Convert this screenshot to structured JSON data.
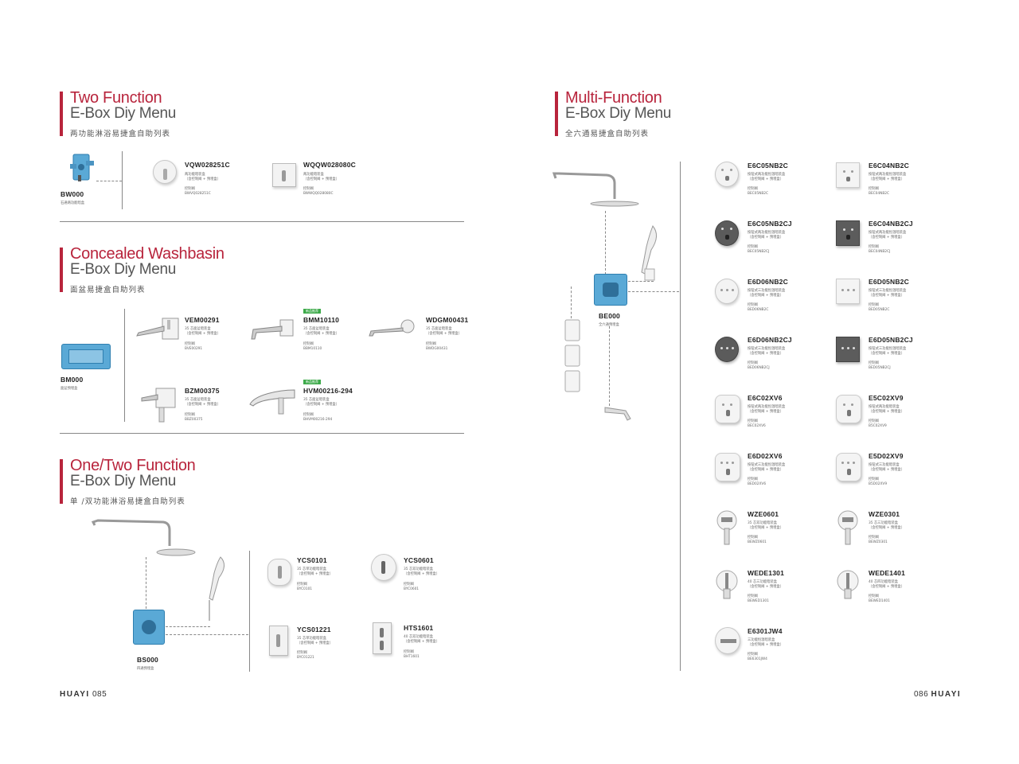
{
  "left": {
    "two_function": {
      "title": "Two Function",
      "subtitle": "E-Box Diy Menu",
      "cn": "两功能淋浴易捷盒自助列表",
      "box": {
        "code": "BW000",
        "desc": "石通两功能暗盒"
      },
      "products": [
        {
          "code": "VQW028251C",
          "l1": "两功能暗装盒",
          "l2": "（含控制阀 + 预埋盒）",
          "l3": "控制阀",
          "l4": "BWVQ028251C"
        },
        {
          "code": "WQQW028080C",
          "l1": "两功能暗装盒",
          "l2": "（含控制阀 + 预埋盒）",
          "l3": "控制阀",
          "l4": "BWWQQ028080C"
        }
      ]
    },
    "washbasin": {
      "title": "Concealed Washbasin",
      "subtitle": "E-Box Diy Menu",
      "cn": "面盆易捷盒自助列表",
      "box": {
        "code": "BM000",
        "desc": "面盆预埋盒"
      },
      "products": [
        {
          "code": "VEM00291",
          "l1": "35 芯面盆暗装盒",
          "l2": "（含控制阀 + 预埋盒）",
          "l3": "控制阀",
          "l4": "BVE00291",
          "tag": ""
        },
        {
          "code": "BMM10110",
          "l1": "35 芯面盆暗装盒",
          "l2": "（含控制阀 + 预埋盒）",
          "l3": "控制阀",
          "l4": "BBM10110",
          "tag": "新品推荐"
        },
        {
          "code": "WDGM00431",
          "l1": "35 芯面盆暗装盒",
          "l2": "（含控制阀 + 预埋盒）",
          "l3": "控制阀",
          "l4": "BWDG00431",
          "tag": ""
        },
        {
          "code": "BZM00375",
          "l1": "35 芯面盆暗装盒",
          "l2": "（含控制阀 + 预埋盒）",
          "l3": "控制阀",
          "l4": "BBZ00375",
          "tag": ""
        },
        {
          "code": "HVM00216-294",
          "l1": "35 芯面盆暗装盒",
          "l2": "（含控制阀 + 预埋盒）",
          "l3": "控制阀",
          "l4": "BHVM00216-294",
          "tag": "新品推荐"
        }
      ]
    },
    "one_two": {
      "title": "One/Two Function",
      "subtitle": "E-Box Diy Menu",
      "cn": "单 /双功能淋浴易捷盒自助列表",
      "box": {
        "code": "BS000",
        "desc": "四通预埋盒"
      },
      "products": [
        {
          "code": "YCS0101",
          "l1": "35 芯单功能暗装盒",
          "l2": "（含控制阀 + 预埋盒）",
          "l3": "控制阀",
          "l4": "BYC0101"
        },
        {
          "code": "YCS0601",
          "l1": "35 芯双功能暗装盒",
          "l2": "（含控制阀 + 预埋盒）",
          "l3": "控制阀",
          "l4": "BYC0601"
        },
        {
          "code": "YCS01221",
          "l1": "35 芯单功能暗装盒",
          "l2": "（含控制阀 + 预埋盒）",
          "l3": "控制阀",
          "l4": "BYC01221"
        },
        {
          "code": "HTS1601",
          "l1": "40 芯双功能暗装盒",
          "l2": "（含控制阀 + 预埋盒）",
          "l3": "控制阀",
          "l4": "BHT1601"
        }
      ]
    },
    "footer": {
      "brand": "HUAYI",
      "page": "085"
    }
  },
  "right": {
    "multi": {
      "title": "Multi-Function",
      "subtitle": "E-Box Diy Menu",
      "cn": "全六通易捷盒自助列表",
      "box": {
        "code": "BE000",
        "desc": "全六通预埋盒"
      },
      "products": [
        {
          "code": "E6C05NB2C",
          "l1": "按钮式两功能恒温暗装盒",
          "l2": "（含控制阀 + 预埋盒）",
          "l3": "控制阀",
          "l4": "BEC05NB2C"
        },
        {
          "code": "E6C04NB2C",
          "l1": "按钮式两功能恒温暗装盒",
          "l2": "（含控制阀 + 预埋盒）",
          "l3": "控制阀",
          "l4": "BEC04NB2C"
        },
        {
          "code": "E6C05NB2CJ",
          "l1": "按钮式两功能恒温暗装盒",
          "l2": "（含控制阀 + 预埋盒）",
          "l3": "控制阀",
          "l4": "BEC05NB2CJ"
        },
        {
          "code": "E6C04NB2CJ",
          "l1": "按钮式两功能恒温暗装盒",
          "l2": "（含控制阀 + 预埋盒）",
          "l3": "控制阀",
          "l4": "BEC04NB2CJ"
        },
        {
          "code": "E6D06NB2C",
          "l1": "按钮式三功能恒温暗装盒",
          "l2": "（含控制阀 + 预埋盒）",
          "l3": "控制阀",
          "l4": "BED06NB2C"
        },
        {
          "code": "E6D05NB2C",
          "l1": "按钮式三功能恒温暗装盒",
          "l2": "（含控制阀 + 预埋盒）",
          "l3": "控制阀",
          "l4": "BED05NB2C"
        },
        {
          "code": "E6D06NB2CJ",
          "l1": "按钮式三功能恒温暗装盒",
          "l2": "（含控制阀 + 预埋盒）",
          "l3": "控制阀",
          "l4": "BED06NB2CJ"
        },
        {
          "code": "E6D05NB2CJ",
          "l1": "按钮式三功能恒温暗装盒",
          "l2": "（含控制阀 + 预埋盒）",
          "l3": "控制阀",
          "l4": "BED05NB2CJ"
        },
        {
          "code": "E6C02XV6",
          "l1": "按钮式两功能恒温暗装盒",
          "l2": "（含控制阀 + 预埋盒）",
          "l3": "控制阀",
          "l4": "BEC02XV6"
        },
        {
          "code": "E5C02XV9",
          "l1": "按钮式两功能暗装盒",
          "l2": "（含控制阀 + 预埋盒）",
          "l3": "控制阀",
          "l4": "B5C02XV9"
        },
        {
          "code": "E6D02XV6",
          "l1": "按钮式三功能恒温暗装盒",
          "l2": "（含控制阀 + 预埋盒）",
          "l3": "控制阀",
          "l4": "BED02XV6"
        },
        {
          "code": "E5D02XV9",
          "l1": "按钮式三功能暗装盒",
          "l2": "（含控制阀 + 预埋盒）",
          "l3": "控制阀",
          "l4": "B5D02XV9"
        },
        {
          "code": "WZE0601",
          "l1": "35 芯双功能暗装盒",
          "l2": "（含控制阀 + 预埋盒）",
          "l3": "控制阀",
          "l4": "BEWZ0601"
        },
        {
          "code": "WZE0301",
          "l1": "35 芯三功能暗装盒",
          "l2": "（含控制阀 + 预埋盒）",
          "l3": "控制阀",
          "l4": "BEWZ0301"
        },
        {
          "code": "WEDE1301",
          "l1": "40 芯三功能暗装盒",
          "l2": "（含控制阀 + 预埋盒）",
          "l3": "控制阀",
          "l4": "BEWED1301"
        },
        {
          "code": "WEDE1401",
          "l1": "40 芯四功能暗装盒",
          "l2": "（含控制阀 + 预埋盒）",
          "l3": "控制阀",
          "l4": "BEWED1401"
        },
        {
          "code": "E6301JW4",
          "l1": "三功能恒温暗装盒",
          "l2": "（含控制阀 + 预埋盒）",
          "l3": "控制阀",
          "l4": "BE6301JW4"
        }
      ]
    },
    "footer": {
      "brand": "HUAYI",
      "page": "086"
    }
  }
}
